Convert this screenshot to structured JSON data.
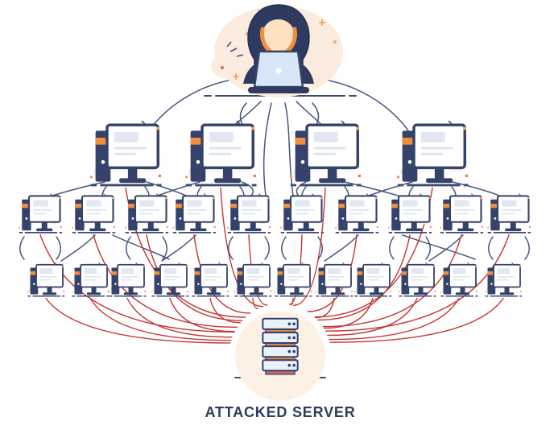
{
  "diagram": {
    "title": "DDoS botnet attack illustration",
    "hacker": {
      "name": "Hacker at laptop"
    },
    "tiers": [
      {
        "id": "control-computers",
        "count": 4
      },
      {
        "id": "infected-computers",
        "count": 10
      },
      {
        "id": "infected-computers-small",
        "count": 12
      }
    ],
    "server": {
      "label": "ATTACKED SERVER"
    },
    "colors": {
      "icon_navy": "#35426b",
      "line_navy": "#47567e",
      "attack_red": "#c63434",
      "orange": "#ef8f3e",
      "light_blue": "#d7e7f8",
      "peach": "#fcecdf",
      "label_text": "#2d3d5c"
    }
  }
}
